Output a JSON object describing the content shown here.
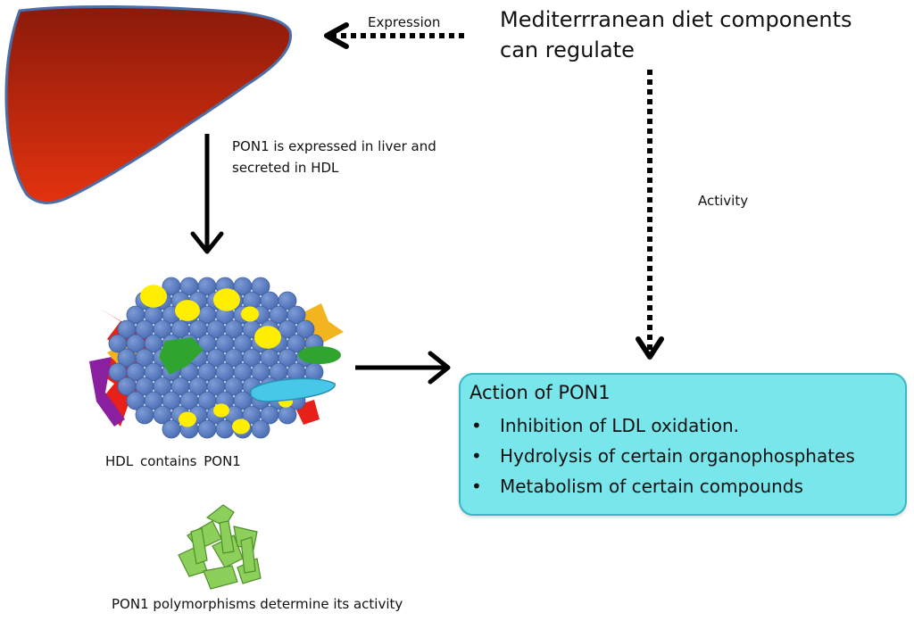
{
  "header": {
    "title": "Mediterrranean diet components can regulate"
  },
  "labels": {
    "expression": "Expression",
    "pon1_expressed": "PON1 is expressed in liver and secreted in HDL",
    "activity": "Activity",
    "hdl_caption": "HDL  contains PON1",
    "polymorphism_caption": "PON1 polymorphisms determine its activity"
  },
  "action_box": {
    "title": "Action of PON1",
    "items": [
      "Inhibition of LDL oxidation.",
      "Hydrolysis of certain organophosphates",
      "Metabolism of certain compounds"
    ],
    "bullet": "•",
    "fill": "#79e6ec",
    "border": "#39b7c4"
  },
  "colors": {
    "liver_top": "#8b1a0a",
    "liver_bottom": "#e2330f",
    "liver_outline": "#4a6fa8",
    "hdl_sphere": "#5b7fc4",
    "hdl_lipid": "#ffee00",
    "protein_red": "#e8201a",
    "protein_green": "#2fa52f",
    "protein_cyan": "#48c8e8",
    "protein_purple": "#8a1fa0",
    "protein_orange": "#f3b51f",
    "pon1_structure": "#8ccf5a"
  },
  "icons": {
    "liver": "liver-icon",
    "hdl": "hdl-particle-icon",
    "pon1": "pon1-protein-structure-icon"
  }
}
